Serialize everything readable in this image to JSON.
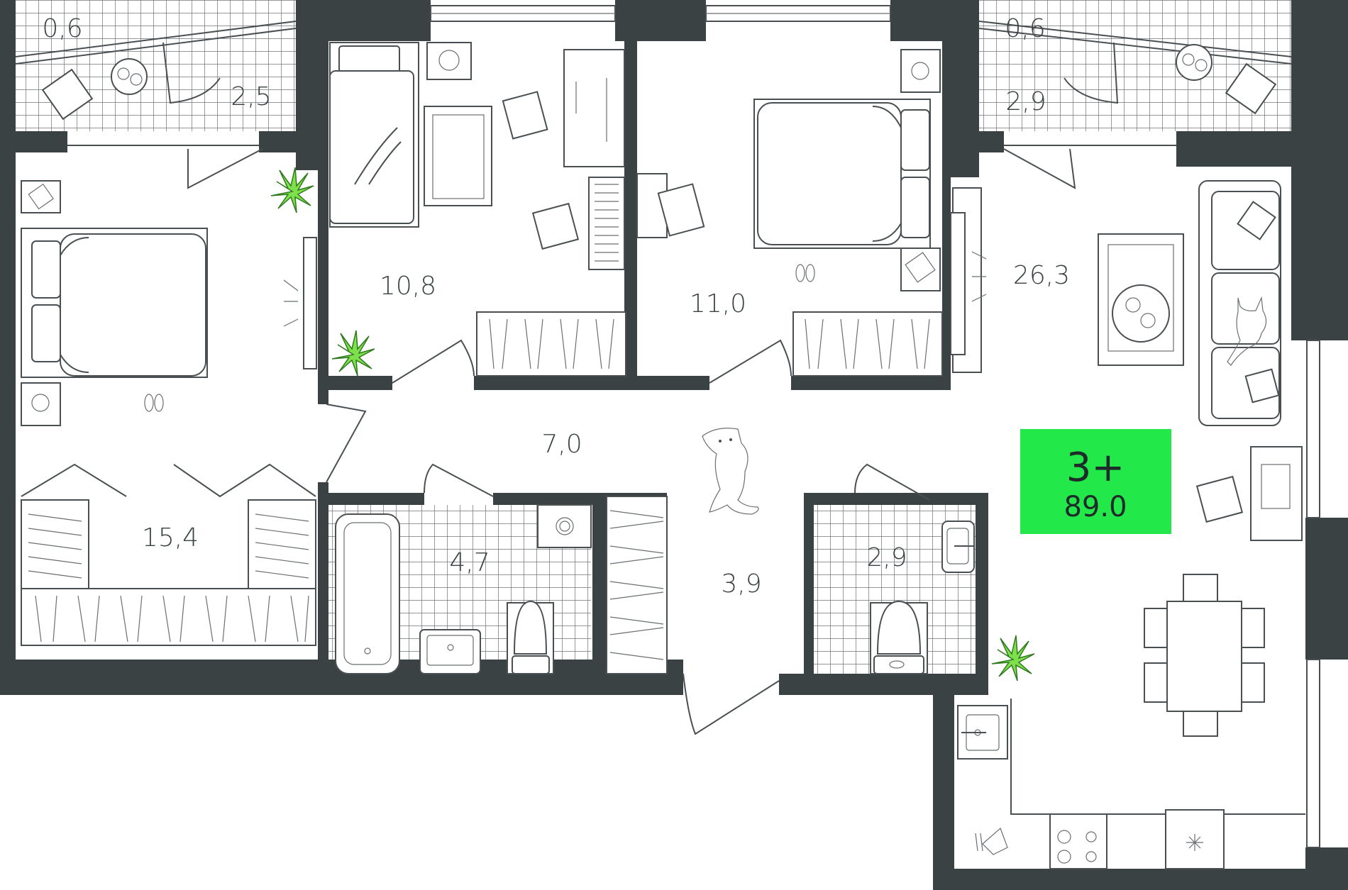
{
  "plan": {
    "rooms": [
      {
        "id": "balcony-left-small",
        "area": "0,6"
      },
      {
        "id": "balcony-left",
        "area": "2,5"
      },
      {
        "id": "balcony-right-small",
        "area": "0,6"
      },
      {
        "id": "balcony-right",
        "area": "2,9"
      },
      {
        "id": "bedroom-left",
        "area": "15,4"
      },
      {
        "id": "bedroom-middle",
        "area": "10,8"
      },
      {
        "id": "bedroom-right",
        "area": "11,0"
      },
      {
        "id": "living-kitchen",
        "area": "26,3"
      },
      {
        "id": "corridor",
        "area": "7,0"
      },
      {
        "id": "hall",
        "area": "3,9"
      },
      {
        "id": "bathroom",
        "area": "4,7"
      },
      {
        "id": "toilet",
        "area": "2,9"
      }
    ],
    "badge": {
      "rooms": "3+",
      "total_area": "89.0",
      "color": "#22e84a"
    },
    "colors": {
      "wall": "#3b4244",
      "plant": "#7ee04a"
    }
  }
}
